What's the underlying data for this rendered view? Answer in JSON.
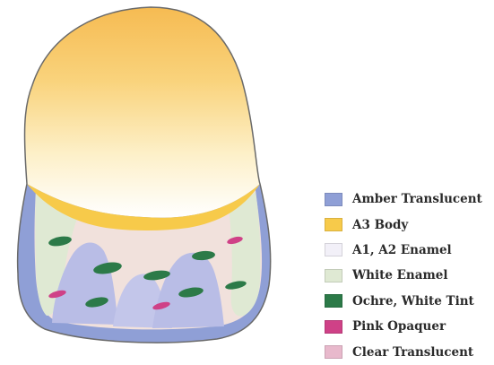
{
  "legend": {
    "items": [
      {
        "label": "Amber Translucent",
        "color": "#8f9fd6"
      },
      {
        "label": "A3 Body",
        "color": "#f7ca4a"
      },
      {
        "label": "A1, A2 Enamel",
        "color": "#f2f0f8"
      },
      {
        "label": "White Enamel",
        "color": "#dfe9d3"
      },
      {
        "label": "Ochre, White Tint",
        "color": "#2c7a48"
      },
      {
        "label": "Pink Opaquer",
        "color": "#cf4187"
      },
      {
        "label": "Clear Translucent",
        "color": "#e8b9cc"
      }
    ]
  },
  "colors": {
    "outline": "#6a6a6a",
    "amber_translucent": "#8f9fd6",
    "a3_body": "#f7ca4a",
    "white_enamel": "#dfe9d3",
    "ochre_white_tint": "#2c7a48",
    "pink_opaquer": "#cf4187",
    "clear_translucent": "#e8b9cc",
    "lavender_mid": "#b9bde6"
  }
}
